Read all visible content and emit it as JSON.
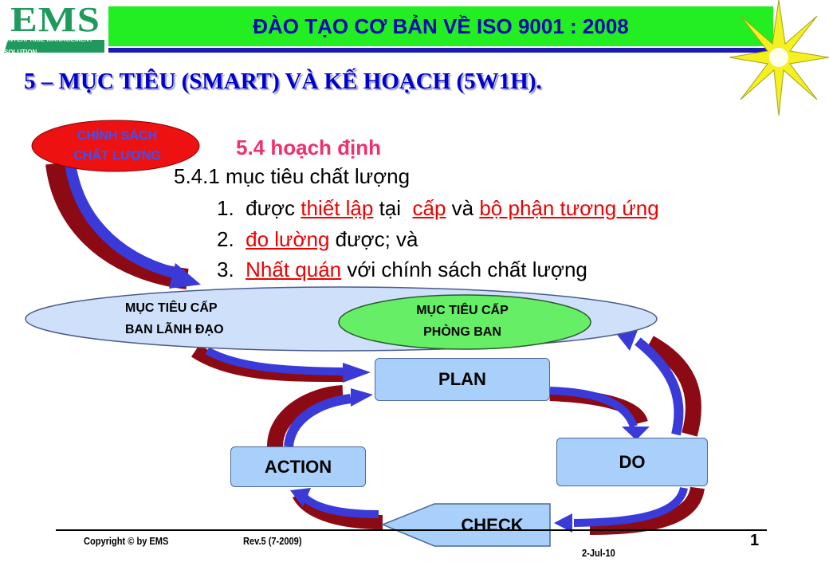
{
  "logo": {
    "name": "EMS",
    "tagline": "ENTERPRISE MANAGEMENT SOLUTION"
  },
  "header": {
    "banner": "ĐÀO TẠO CƠ BẢN VỀ ISO 9001 : 2008"
  },
  "slide": {
    "title": "5 – MỤC TIÊU (SMART) VÀ KẾ HOẠCH (5W1H).",
    "policy_line1": "CHÍNH SÁCH",
    "policy_line2": "CHẤT LƯỢNG",
    "section": "5.4 hoạch định",
    "subsection": "5.4.1 mục tiêu chất lượng",
    "items": [
      {
        "num": "1.",
        "p1": "được ",
        "r1": "thiết lập",
        "p2": " tại  ",
        "r2": "cấp",
        "p3": " và ",
        "r3": "bộ phận tương ứng"
      },
      {
        "num": "2.",
        "r1": "đo lường",
        "p1": " được; và"
      },
      {
        "num": "3.",
        "r1": "Nhất quán",
        "p1": " với chính sách chất lượng"
      }
    ],
    "mgmt_line1": "MỤC TIÊU CẤP",
    "mgmt_line2": "BAN LÃNH ĐẠO",
    "dept_line1": "MỤC TIÊU CẤP",
    "dept_line2": "PHÒNG BAN",
    "pdca": {
      "plan": "PLAN",
      "do": "DO",
      "check": "CHECK",
      "action": "ACTION"
    }
  },
  "footer": {
    "copyright": "Copyright © by EMS",
    "rev": "Rev.5  (7-2009)",
    "date": "2-Jul-10",
    "page": "1"
  },
  "colors": {
    "arrow_blue": "#3a3ad8",
    "arrow_red": "#8b0a14",
    "box": "#a8d0fa",
    "banner": "#22ee22"
  }
}
